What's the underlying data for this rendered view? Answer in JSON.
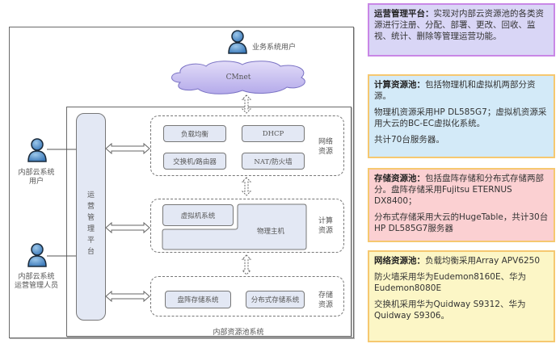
{
  "diagram": {
    "business_user_label": "业务系统用户",
    "cloud_label": "CMnet",
    "internal_user_label_line1": "内部云系统",
    "internal_user_label_line2": "用户",
    "ops_user_label_line1": "内部云系统",
    "ops_user_label_line2": "运营管理人员",
    "platform_label": [
      "运",
      "营",
      "管",
      "理",
      "平",
      "台"
    ],
    "network_group": {
      "label_line1": "网络",
      "label_line2": "资源",
      "items": [
        "负载均衡",
        "DHCP",
        "交换机/路由器",
        "NAT/防火墙"
      ]
    },
    "compute_group": {
      "label_line1": "计算",
      "label_line2": "资源",
      "vm_label": "虚拟机系统",
      "host_label": "物理主机"
    },
    "storage_group": {
      "label_line1": "存储",
      "label_line2": "资源",
      "items": [
        "盘阵存储系统",
        "分布式存储系统"
      ]
    },
    "pool_system_label": "内部资源池系统"
  },
  "info_boxes": {
    "platform": {
      "title": "运营管理平台：",
      "text": "实现对内部云资源池的各类资源进行注册、分配、部署、更改、回收、监视、统计、删除等管理运营功能。",
      "bg_color": "#d9d6f6",
      "border_color": "#c987e6"
    },
    "compute": {
      "title": "计算资源池：",
      "text": "包括物理机和虚拟机两部分资源。",
      "para2": "物理机资源采用HP DL585G7；虚拟机资源采用大云的BC-EC虚拟化系统。",
      "para3": "共计70台服务器。",
      "bg_color": "#d3eaf8",
      "border_color": "#f6c870"
    },
    "storage": {
      "title": "存储资源池：",
      "text": "包括盘阵存储和分布式存储两部分。盘阵存储采用Fujitsu ETERNUS DX8400；",
      "para2": "分布式存储采用大云的HugeTable，共计30台HP DL585G7服务器",
      "bg_color": "#fbd0d2",
      "border_color": "#f6c870"
    },
    "network": {
      "title": "网络资源池：",
      "text": "负载均衡采用Array APV6250",
      "para2": "防火墙采用华为Eudemon8160E、华为Eudemon8080E",
      "para3": "交换机采用华为Quidway S9312、华为Quidway S9306。",
      "bg_color": "#fcf6c6",
      "border_color": "#f6c870"
    }
  }
}
